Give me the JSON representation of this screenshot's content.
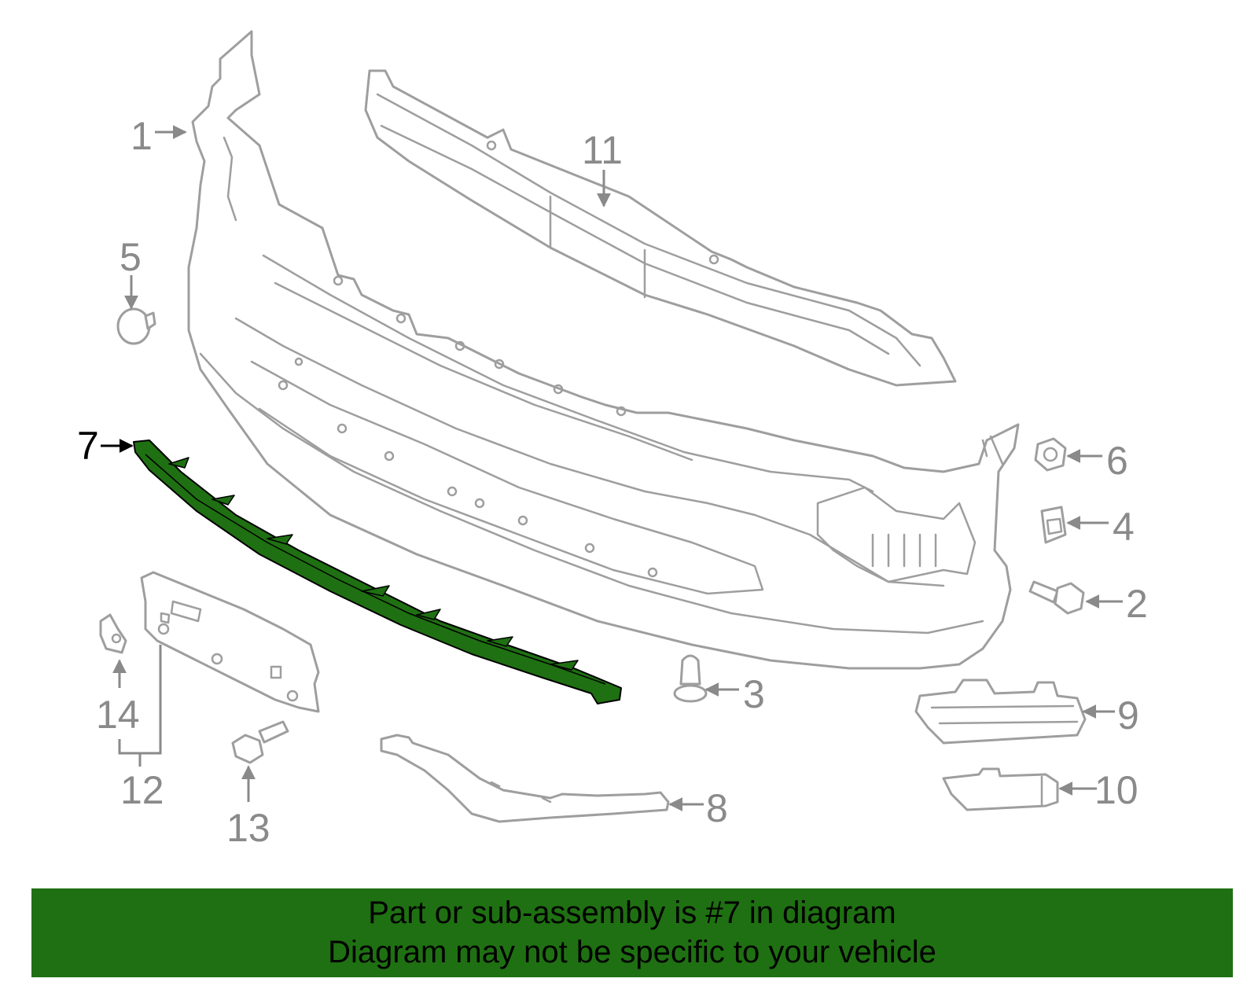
{
  "diagram": {
    "selected_part": "7",
    "callouts": [
      "1",
      "2",
      "3",
      "4",
      "5",
      "6",
      "7",
      "8",
      "9",
      "10",
      "11",
      "12",
      "13",
      "14"
    ],
    "highlight_color": "#1f7012",
    "part_line_color": "#9e9e9e"
  },
  "banner": {
    "line1": "Part or sub-assembly is #7 in diagram",
    "line2": "Diagram may not be specific to your vehicle"
  }
}
